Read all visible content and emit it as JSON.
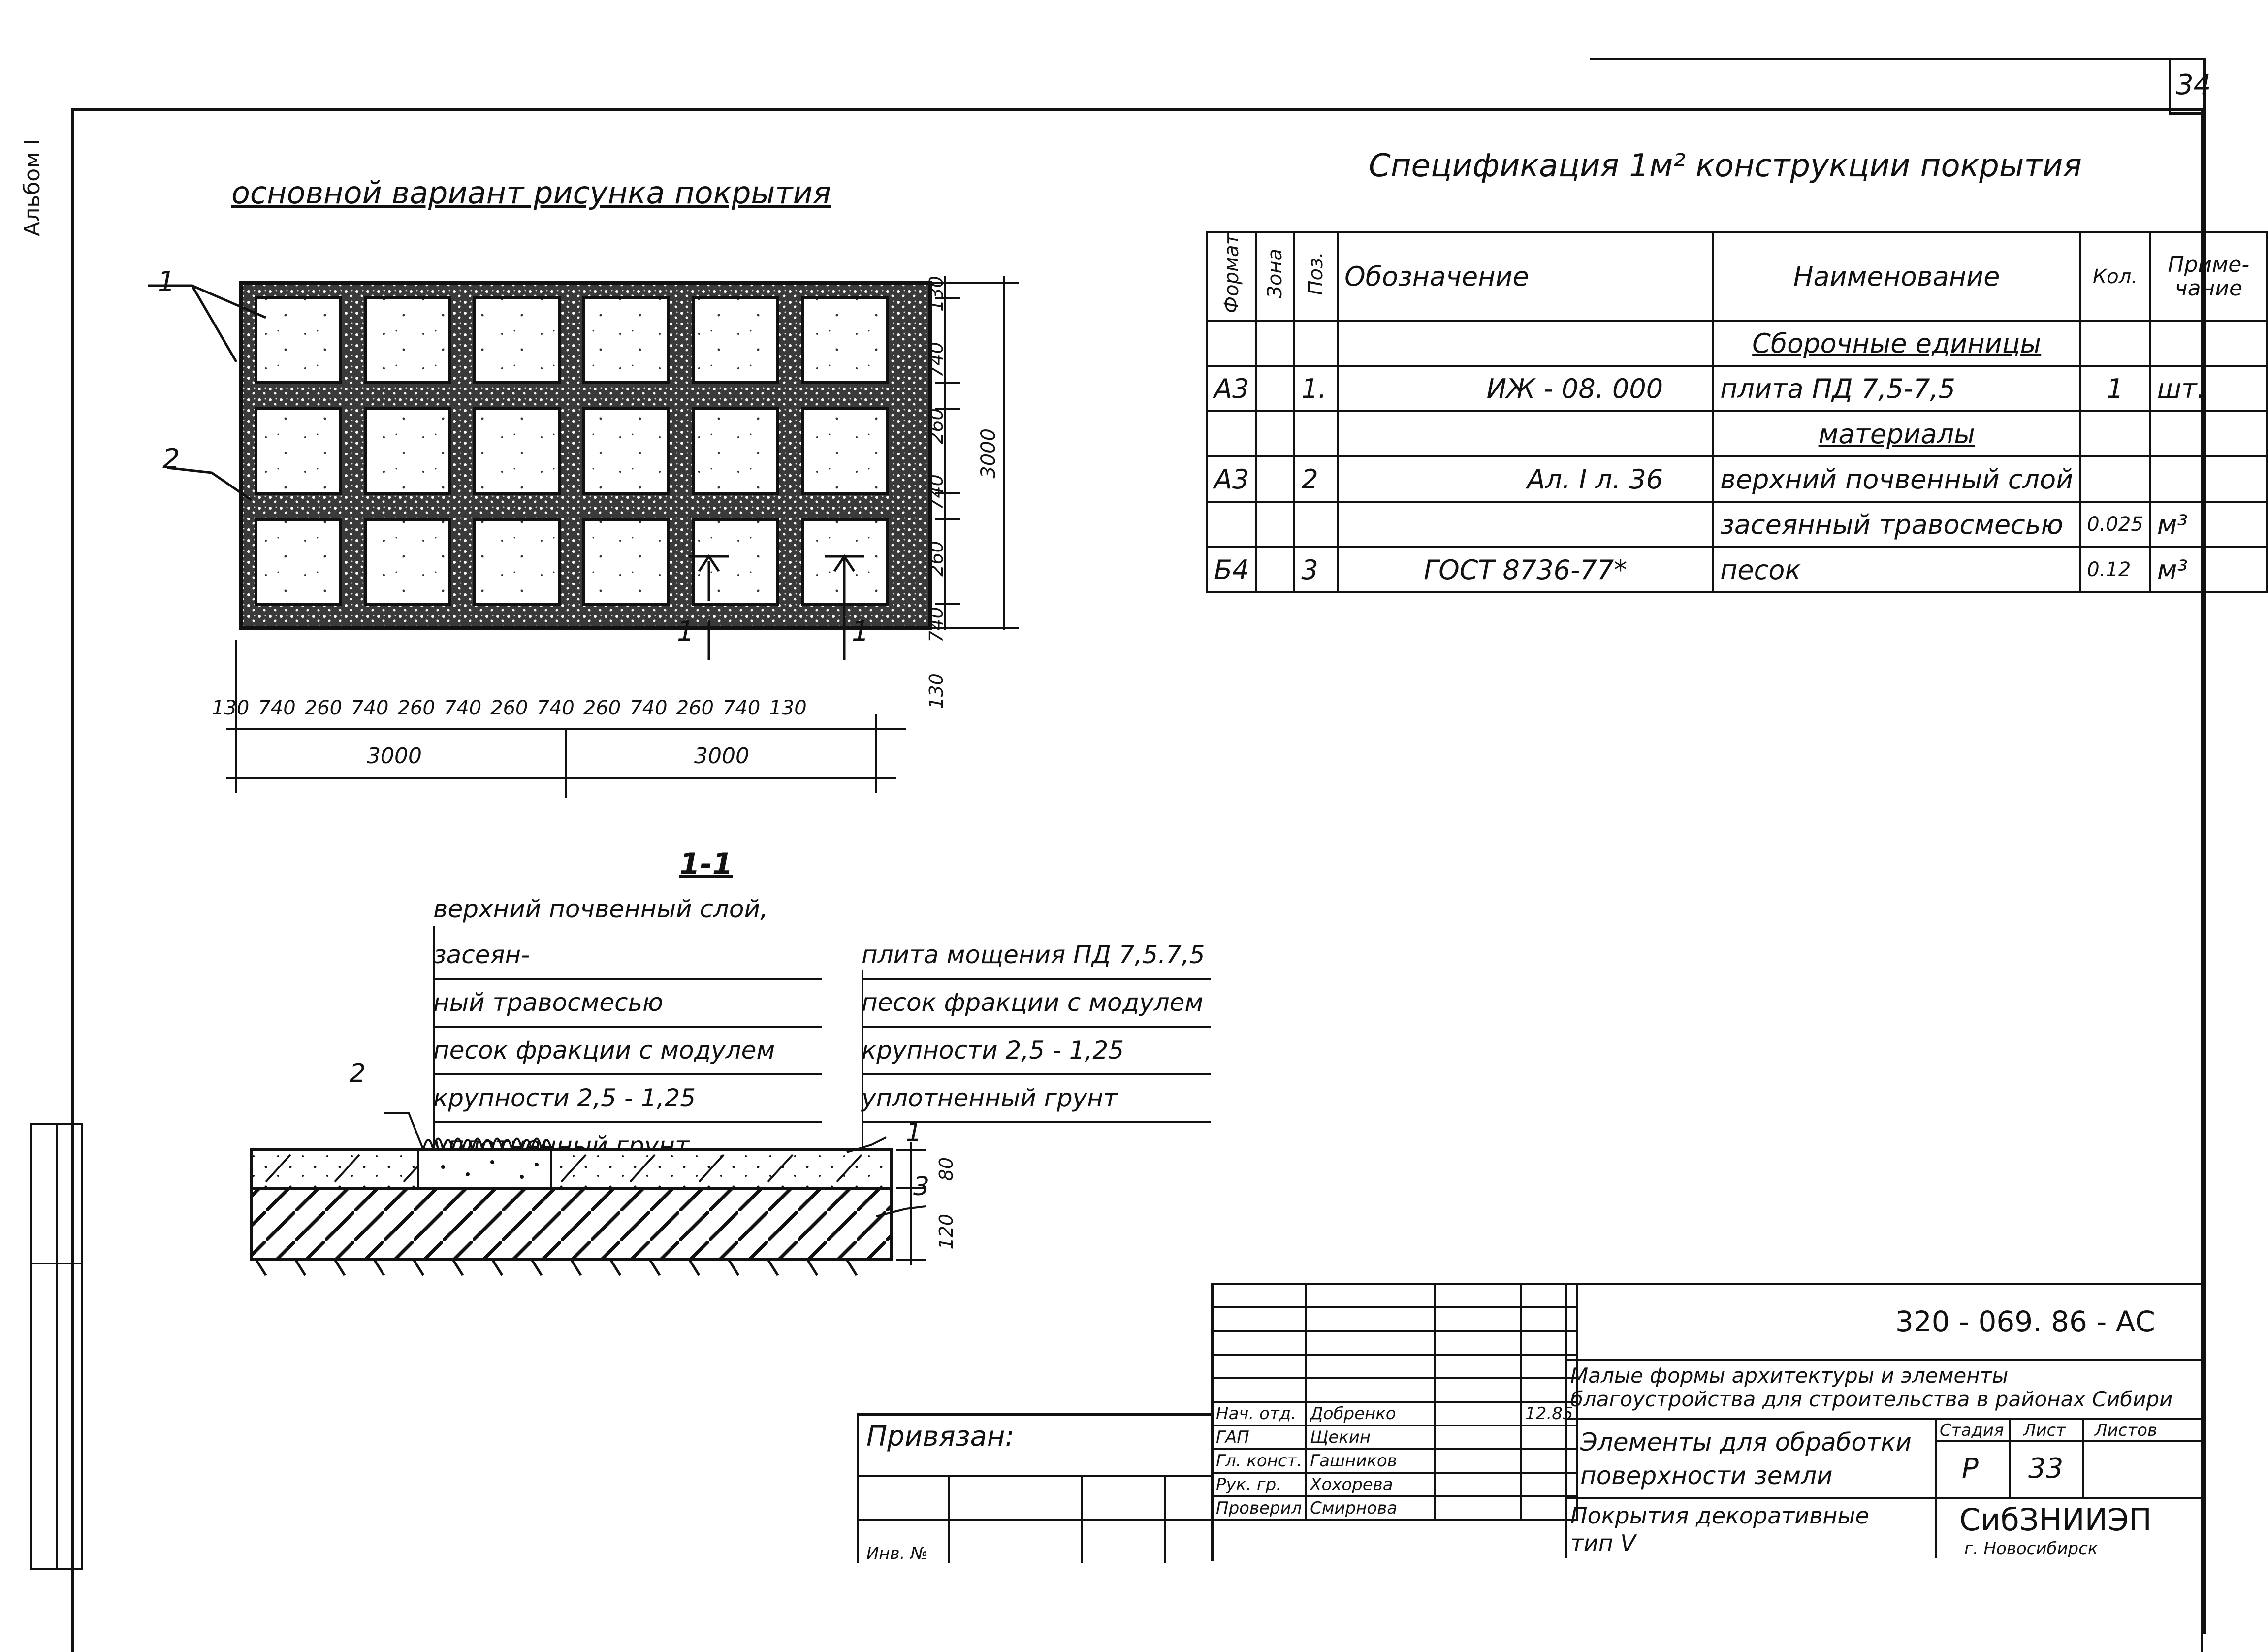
{
  "page_number": "34",
  "album_label": "Альбом I",
  "plan": {
    "title": "основной вариант рисунка покрытия",
    "callouts": [
      "1",
      "2"
    ],
    "section_marks": [
      "1",
      "1"
    ],
    "dim_bottom": [
      "130",
      "740",
      "260",
      "740",
      "260",
      "740",
      "260",
      "740",
      "260",
      "740",
      "260",
      "740",
      "130"
    ],
    "dim_bottom_totals": [
      "3000",
      "3000"
    ],
    "dim_right": [
      "130",
      "740",
      "260",
      "740",
      "260",
      "740",
      "130"
    ],
    "dim_right_total": "3000"
  },
  "section": {
    "title": "1-1",
    "left_labels": [
      "верхний почвенный слой, засеян-",
      "ный травосмесью",
      "песок фракции с модулем",
      "крупности 2,5 - 1,25",
      "уплотненный грунт"
    ],
    "right_labels": [
      "плита мощения ПД 7,5.7,5",
      "песок фракции с модулем",
      "крупности 2,5 - 1,25",
      "уплотненный грунт"
    ],
    "callouts": [
      "2",
      "1",
      "3"
    ],
    "dims": [
      "80",
      "120"
    ]
  },
  "spec": {
    "title": "Спецификация 1м² конструкции покрытия",
    "headers": {
      "format": "Формат",
      "zone": "Зона",
      "pos": "Поз.",
      "designation": "Обозначение",
      "name": "Наименование",
      "qty": "Кол.",
      "note": "Приме-чание"
    },
    "rows": [
      {
        "format": "",
        "zone": "",
        "pos": "",
        "designation": "",
        "name": "Сборочные единицы",
        "qty": "",
        "note": "",
        "heading": true
      },
      {
        "format": "А3",
        "zone": "",
        "pos": "1.",
        "designation": "ИЖ - 08. 000",
        "name": "плита ПД 7,5-7,5",
        "qty": "1",
        "note": "шт."
      },
      {
        "format": "",
        "zone": "",
        "pos": "",
        "designation": "",
        "name": "материалы",
        "qty": "",
        "note": "",
        "heading": true
      },
      {
        "format": "А3",
        "zone": "",
        "pos": "2",
        "designation": "Ал. I л. 36",
        "name": "верхний почвенный слой",
        "qty": "",
        "note": ""
      },
      {
        "format": "",
        "zone": "",
        "pos": "",
        "designation": "",
        "name": "засеянный травосмесью",
        "qty": "0.025",
        "note": "м³"
      },
      {
        "format": "Б4",
        "zone": "",
        "pos": "3",
        "designation": "ГОСТ 8736-77*",
        "name": "песок",
        "qty": "0.12",
        "note": "м³"
      }
    ]
  },
  "title_block": {
    "doc_code": "320 - 069. 86 - АС",
    "project": "Малые формы архитектуры и элементы благоустройства для строительства в районах Сибири",
    "section_name": "Элементы для обработки поверхности земли",
    "sheet_name": "Покрытия декоративные тип V",
    "stage_label": "Стадия",
    "sheet_label": "Лист",
    "sheets_label": "Листов",
    "stage": "Р",
    "sheet": "33",
    "organization": "СибЗНИИЭП",
    "city": "г. Новосибирск",
    "attached": "Привязан:",
    "date": "12.85",
    "inv_label": "Инв. №",
    "staff": [
      {
        "role": "Нач. отд.",
        "name": "Добренко"
      },
      {
        "role": "ГАП",
        "name": "Щекин"
      },
      {
        "role": "Гл. конст.",
        "name": "Гашников"
      },
      {
        "role": "Рук. гр.",
        "name": "Хохорева"
      },
      {
        "role": "Проверил",
        "name": "Смирнова"
      }
    ]
  }
}
